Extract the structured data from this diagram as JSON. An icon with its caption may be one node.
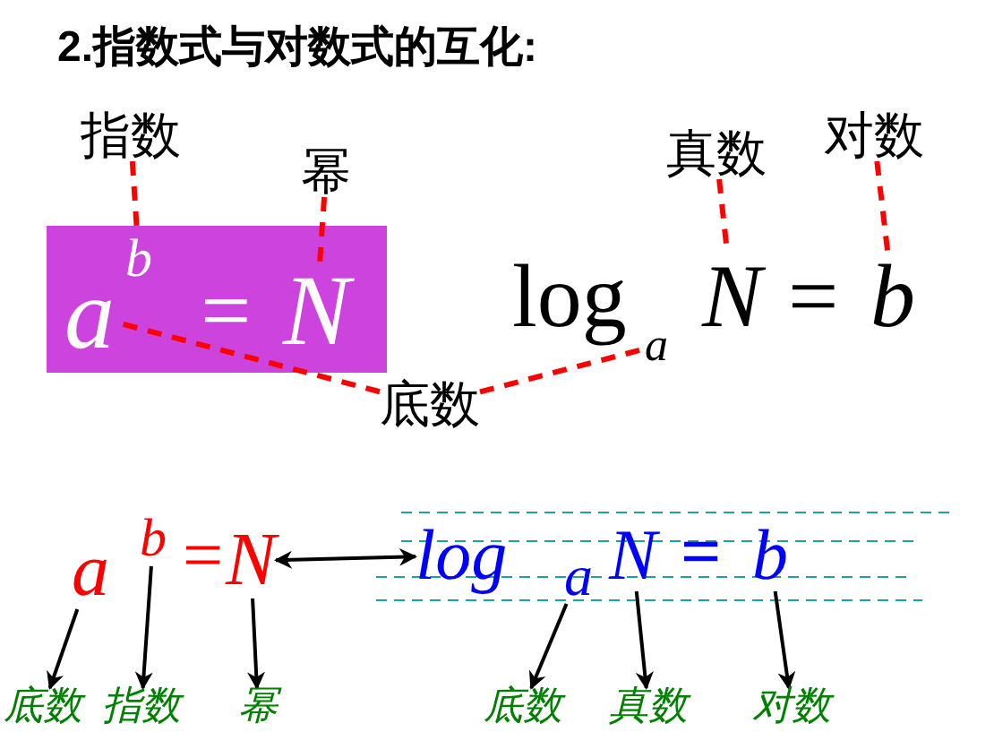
{
  "diagram": {
    "title": "2.指数式与对数式的互化:",
    "nodes": [
      {
        "text": [
          "指数"
        ]
      },
      {
        "text": [
          "幂"
        ]
      },
      {
        "text": [],
        "shape": "box"
      },
      {
        "text": [
          "a"
        ],
        "in": 2
      },
      {
        "text": [
          "b"
        ],
        "in": 2
      },
      {
        "text": [
          "N"
        ],
        "in": 2
      },
      {
        "text": [
          "真数"
        ]
      },
      {
        "text": [
          "对数"
        ]
      },
      {
        "text": [
          "log"
        ]
      },
      {
        "text": [
          "a"
        ]
      },
      {
        "text": [
          "N"
        ]
      },
      {
        "text": [
          "b"
        ]
      },
      {
        "text": [
          "底数"
        ]
      },
      {
        "text": [
          "a"
        ]
      },
      {
        "text": [
          "b"
        ]
      },
      {
        "text": [
          "N"
        ]
      },
      {
        "text": [
          "log"
        ]
      },
      {
        "text": [
          "a"
        ]
      },
      {
        "text": [
          "N"
        ]
      },
      {
        "text": [
          "b"
        ]
      },
      {
        "text": [
          "底数"
        ]
      },
      {
        "text": [
          "指数"
        ]
      },
      {
        "text": [
          "幂"
        ]
      },
      {
        "text": [
          "底数"
        ]
      },
      {
        "text": [
          "真数"
        ]
      },
      {
        "text": [
          "对数"
        ]
      }
    ],
    "edges": [
      {
        "from": 0,
        "to": 4,
        "arrow": "none",
        "style": "dashed",
        "color": "#ff0000"
      },
      {
        "from": 1,
        "to": 5,
        "arrow": "none",
        "style": "dashed",
        "color": "#ff0000"
      },
      {
        "from": 6,
        "to": 10,
        "arrow": "none",
        "style": "dashed",
        "color": "#ff0000"
      },
      {
        "from": 7,
        "to": 11,
        "arrow": "none",
        "style": "dashed",
        "color": "#ff0000"
      },
      {
        "from": 12,
        "to": 3,
        "arrow": "none",
        "style": "dashed",
        "color": "#ff0000"
      },
      {
        "from": 12,
        "to": 9,
        "arrow": "none",
        "style": "dashed",
        "color": "#ff0000"
      },
      {
        "from": 13,
        "to": 20,
        "arrow": "to"
      },
      {
        "from": 14,
        "to": 21,
        "arrow": "to"
      },
      {
        "from": 15,
        "to": 22,
        "arrow": "to"
      },
      {
        "from": 15,
        "to": 16,
        "arrow": "both"
      },
      {
        "from": 17,
        "to": 23,
        "arrow": "to"
      },
      {
        "from": 18,
        "to": 24,
        "arrow": "to"
      },
      {
        "from": 19,
        "to": 25,
        "arrow": "to"
      }
    ],
    "labels": [
      "=",
      "=",
      "=",
      "="
    ]
  }
}
